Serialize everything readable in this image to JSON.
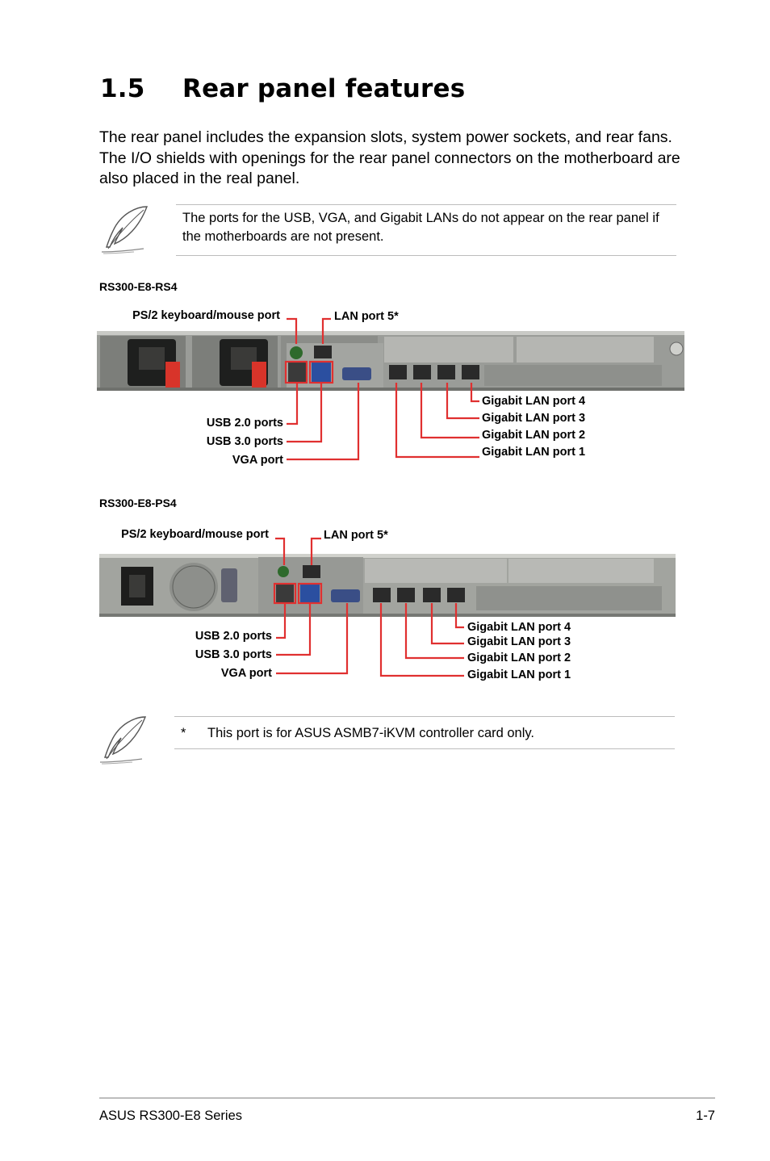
{
  "section": {
    "number": "1.5",
    "title": "Rear panel features"
  },
  "intro": "The rear panel includes the expansion slots, system power sockets, and rear fans. The I/O shields with openings for the rear panel connectors on the motherboard are also placed in the real panel.",
  "note1": "The ports for the USB, VGA, and Gigabit LANs do not appear on the rear panel if the motherboards are not present.",
  "diagram1": {
    "model": "RS300-E8-RS4",
    "labels": {
      "ps2": "PS/2 keyboard/mouse port",
      "lan5": "LAN port 5*",
      "usb2": "USB 2.0 ports",
      "usb3": "USB 3.0 ports",
      "vga": "VGA port",
      "glan4": "Gigabit LAN port 4",
      "glan3": "Gigabit LAN port 3",
      "glan2": "Gigabit LAN port 2",
      "glan1": "Gigabit LAN port 1"
    }
  },
  "diagram2": {
    "model": "RS300-E8-PS4",
    "labels": {
      "ps2": "PS/2 keyboard/mouse port",
      "lan5": "LAN port 5*",
      "usb2": "USB 2.0 ports",
      "usb3": "USB 3.0 ports",
      "vga": "VGA port",
      "glan4": "Gigabit LAN port 4",
      "glan3": "Gigabit LAN port 3",
      "glan2": "Gigabit LAN port 2",
      "glan1": "Gigabit LAN port 1"
    }
  },
  "note2": {
    "marker": "*",
    "text": "This port is for ASUS ASMB7-iKVM controller card only."
  },
  "footer": {
    "left": "ASUS RS300-E8 Series",
    "right": "1-7"
  },
  "colors": {
    "callout": "#e03030",
    "rule": "#bdbdbd"
  }
}
